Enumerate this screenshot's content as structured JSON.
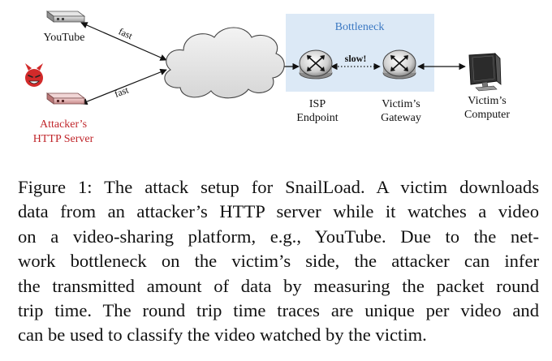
{
  "diagram": {
    "nodes": {
      "youtube": "YouTube",
      "attacker_line1": "Attacker’s",
      "attacker_line2": "HTTP Server",
      "isp_line1": "ISP",
      "isp_line2": "Endpoint",
      "gateway_line1": "Victim’s",
      "gateway_line2": "Gateway",
      "computer_line1": "Victim’s",
      "computer_line2": "Computer"
    },
    "bottleneck_label": "Bottleneck",
    "edges": {
      "youtube_to_internet": "fast",
      "attacker_to_internet": "fast",
      "isp_to_gateway": "slow!"
    },
    "colors": {
      "bottleneck_box": "#dce9f6",
      "bottleneck_text": "#3b78c2",
      "attacker_text": "#c0262b",
      "devil": "#d22a2a"
    }
  },
  "caption": {
    "lines": [
      "Figure 1: The attack setup for SnailLoad. A victim downloads",
      "data from an attacker’s HTTP server while it watches a video",
      "on a video-sharing platform, e.g., YouTube. Due to the net-",
      "work bottleneck on the victim’s side, the attacker can infer",
      "the transmitted amount of data by measuring the packet round",
      "trip time. The round trip time traces are unique per video and",
      "can be used to classify the video watched by the victim."
    ]
  }
}
